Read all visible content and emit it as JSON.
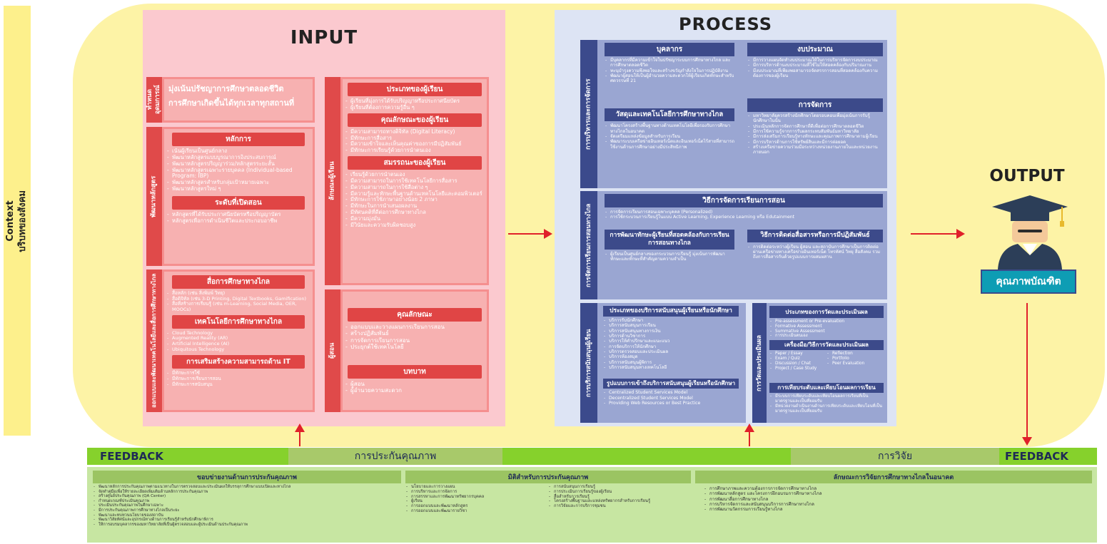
{
  "context": {
    "line1": "Context",
    "line2": "บริบทของสังคม"
  },
  "input": {
    "title": "INPUT",
    "rows": [
      {
        "side": "ทำหนดอุดมการณ์",
        "items": [
          "มุ่งเน้นปรัชญาการศึกษาตลอดชีวิต",
          "การศึกษาเกิดขึ้นได้ทุกเวลาทุกสถานที่"
        ]
      },
      {
        "side": "พัฒนาหลักสูตร",
        "sections": [
          {
            "header": "หลักการ",
            "items": [
              "เน้นผู้เรียนเป็นศูนย์กลาง",
              "พัฒนาหลักสูตรแบบบูรณาการอิงประสบการณ์",
              "พัฒนาหลักสูตรปริญญาร่วม/หลักสูตรระยะสั้น",
              "พัฒนาหลักสูตรเฉพาะรายบุคคล (Individual-based Program: IBP)",
              "พัฒนาหลักสูตรสำหรับกลุ่มเป้าหมายเฉพาะ",
              "พัฒนาหลักสูตรใหม่ ๆ"
            ]
          },
          {
            "header": "ระดับที่เปิดสอน",
            "items": [
              "หลักสูตรที่ได้รับประกาศนียบัตรหรือปริญญาบัตร",
              "หลักสูตรเพื่อการดำเนินชีวิตและประกอบอาชีพ"
            ]
          }
        ]
      },
      {
        "side": "ออกแบบและพัฒนาเทคโนโลยีและสื่อการศึกษาทางไกล",
        "sections": [
          {
            "header": "สื่อการศึกษาทางไกล",
            "items": [
              "สื่อหลัก (เช่น สิ่งพิมพ์ วิทยุ)",
              "สื่อดิจิทัล (เช่น 3-D Printing, Digital Textbooks, Gamification)",
              "สื่อที่สร้างการเรียนรู้ (เช่น m-Learning, Social Media, OER, MOOCs)"
            ]
          },
          {
            "header": "เทคโนโลยีการศึกษาทางไกล",
            "items": [
              "Cloud Technology",
              "Augmented Reality (AR)",
              "Artificial Intelligence (AI)",
              "Ubiquitous Technology"
            ]
          },
          {
            "header": "การเสริมสร้างความสามารถด้าน IT",
            "items": [
              "มีทักษะการใช้",
              "มีทักษะการเรียนการสอน",
              "มีทักษะการสนับสนุน"
            ]
          }
        ]
      }
    ],
    "right_rows": [
      {
        "side": "ลักษณะผู้เรียน",
        "sections": [
          {
            "header": "ประเภทของผู้เรียน",
            "items": [
              "ผู้เรียนที่มุ่งการได้รับปริญญาหรือประกาศนียบัตร",
              "ผู้เรียนที่ต้องการความรู้อื่น ๆ"
            ]
          },
          {
            "header": "คุณลักษณะของผู้เรียน",
            "items": [
              "มีความสามารถทางดิจิทัล (Digital Literacy)",
              "มีทักษะการสื่อสาร",
              "มีความเข้าใจและเห็นคุณค่าของการมีปฏิสัมพันธ์",
              "มีทักษะการเรียนรู้ด้วยการนำตนเอง"
            ]
          },
          {
            "header": "สมรรถนะของผู้เรียน",
            "items": [
              "เรียนรู้ด้วยการนำตนเอง",
              "มีความสามารถในการใช้เทคโนโลยีการสื่อสาร",
              "มีความสามารถในการใช้สื่อต่าง ๆ",
              "มีความรู้และทักษะพื้นฐานด้านเทคโนโลยีและคอมพิวเตอร์",
              "มีทักษะการใช้ภาษาอย่างน้อย 2 ภาษา",
              "มีทักษะในการนำเสนอผลงาน",
              "มีทัศนคติที่ดีต่อการศึกษาทางไกล",
              "มีความมุ่งมั่น",
              "มีวินัยและความรับผิดชอบสูง"
            ]
          }
        ]
      },
      {
        "side": "ผู้สอน",
        "sections": [
          {
            "header": "คุณลักษณะ",
            "items": [
              "ออกแบบและวางแผนการเรียนการสอน",
              "สร้างปฏิสัมพันธ์",
              "การจัดการเรียนการสอน",
              "ประยุกต์ใช้เทคโนโลยี"
            ]
          },
          {
            "header": "บทบาท",
            "items": [
              "ผู้สอน",
              "ผู้อำนวยความสะดวก"
            ]
          }
        ]
      }
    ]
  },
  "process": {
    "title": "PROCESS",
    "block1": {
      "side": "การบริหารและการจัดการ",
      "personnel": {
        "header": "บุคลากร",
        "items": [
          "มีบุคลากรที่มีความเข้าใจในปรัชญาระบบการศึกษาทางไกล และการศึกษาตลอดชีวิต",
          "ทะนุบำรุงความพึงพอใจและสร้างขวัญกำลังใจในการปฏิบัติงาน",
          "พัฒนาผู้สอนให้เป็นผู้อำนวยความสะดวกให้ผู้เรียนเกิดทักษะสำหรับศตวรรษที่ 21"
        ]
      },
      "budget": {
        "header": "งบประมาณ",
        "items": [
          "มีการวางแผนจัดทำงบประมาณให้ในการบริหารจัดการงบประมาณ",
          "มีการบริหารด้านงบประมาณที่ใช้ไม่ให้สอดคล้องกับปริมาณงาน",
          "มีงบประมาณที่เพียงพอสามารถจัดสรรการสอนที่สอดคล้องกับความต้องการของผู้เรียน"
        ]
      },
      "materials": {
        "header": "วัสดุและเทคโนโลยีการศึกษาทางไกล",
        "items": [
          "พัฒนาโครงสร้างพื้นฐานทางด้านเทคโนโลยีเพื่อรองรับการศึกษาทางไกลในอนาคต",
          "จัดเตรียมแหล่งข้อมูลสำหรับการเรียน",
          "พัฒนาระบบเครือข่ายอินเทอร์เน็ตและอินเทอร์เน็ตไร้สายที่สามารถใช้งานด้านการศึกษาอย่างมีประสิทธิภาพ"
        ]
      },
      "management": {
        "header": "การจัดการ",
        "items": [
          "มหาวิทยาลัยควรสร้างนักศึกษาโดยรอบคอบเพื่อมุ่งเน้นการรับรู้นักศึกษาในนั้น",
          "ประเมินหลักการจัดการศึกษาที่ดีเพื่อต่อการศึกษาตลอดชีวิต",
          "มีการใช้ความรู้จากการรับผลกระทบสัมพันธ์มหาวิทยาลัย",
          "มีการส่งเสริมการเรียนรู้ทางทักษะและคุณภาพการศึกษาตามผู้เรียน",
          "มีการบริหารด้านการใช้ทรัพย์สินและมีการต่อยอด",
          "สร้างเครือข่ายความร่วมมือระหว่างหน่วยงานภายในและหน่วยงานภายนอก"
        ]
      }
    },
    "block2": {
      "side": "การจัดการเรียนการสอนทางไกล",
      "methods": {
        "header": "วิธีการจัดการเรียนการสอน",
        "items": [
          "การจัดการเรียนการสอนเฉพาะบุคคล (Personalized)",
          "การใช้กระบวนการเรียนรู้ในแบบ Active Learning, Experience Learning หรือ Edutainment"
        ]
      },
      "develop": {
        "header": "การพัฒนาทักษะผู้เรียนที่สอดคล้องกับการเรียนการสอนทางไกล",
        "items": [
          "ผู้เรียนเป็นศูนย์กลางของกระบวนการเรียนรู้ มุ่งเน้นการพัฒนาทักษะและทักษะที่สำคัญตามความจำเป็น"
        ]
      },
      "communication": {
        "header": "วิธีการติดต่อสื่อสารหรือการมีปฏิสัมพันธ์",
        "items": [
          "การติดต่อระหว่างผู้เรียน ผู้สอน และสถาบันการศึกษาเป็นการติดต่อผ่านเครือข่ายทางเครือข่ายอินเทอร์เน็ต โทรทัศน์ วิทยุ สื่อสังคม รวมถึงการสื่อสารกันด้วยรูปแบบการผสมผสาน"
        ]
      }
    },
    "block3": {
      "side": "การบริการสนับสนุนผู้เรียน",
      "types": {
        "header": "ประเภทของบริการสนับสนุนผู้เรียนหรือนักศึกษา",
        "items": [
          "บริการรับนักศึกษา",
          "บริการสนับสนุนการเรียน",
          "บริการสนับสนุนทางการเงิน",
          "บริการด้านวิชาการ",
          "บริการให้คำปรึกษาและแนะแนว",
          "การจัดบริการให้นักศึกษา",
          "บริการตรวจสอบและประเมินผล",
          "บริการห้องสมุด",
          "บริการสนับสนุนผู้พิการ",
          "บริการสนับสนุนทางเทคโนโลยี"
        ]
      },
      "access": {
        "header": "รูปแบบการเข้าถึงบริการสนับสนุนผู้เรียนหรือนักศึกษา",
        "items": [
          "Centralized Student Services Model",
          "Decentralized Student Services Model",
          "Providing Web Resources or Best Practice"
        ]
      }
    },
    "block4": {
      "side": "การวัดและประเมินผล",
      "types": {
        "header": "ประเภทของการวัดและประเมินผล",
        "items": [
          "Pre-assessment or Pre-evaluation",
          "Formative Assessment",
          "Summative Assessment",
          "การประเมินตนเอง"
        ]
      },
      "tools": {
        "header": "เครื่องมือ/วิธีการวัดและประเมินผล",
        "left": [
          "Paper / Essay",
          "Exam / Quiz",
          "Discussion / Chat",
          "Project / Case Study"
        ],
        "right": [
          "Reflection",
          "Portfolio",
          "Peer Evaluation"
        ]
      },
      "transfer": {
        "header": "การเทียบระดับและเทียบโอนผลการเรียน",
        "items": [
          "มีระบบการเทียบระดับและเทียบโอนผลการเรียนที่เป็นมาตรฐานและเป็นที่ยอมรับ",
          "มีหน่วยงานดำเนินงานด้านการเทียบระดับและเทียบโอนที่เป็นมาตรฐานและเป็นที่ยอมรับ"
        ]
      }
    }
  },
  "output": {
    "title": "OUTPUT",
    "label": "คุณภาพบัณฑิต"
  },
  "feedback": {
    "left": "FEEDBACK",
    "right": "FEEDBACK",
    "qa": "การประกันคุณภาพ",
    "research": "การวิจัย",
    "col1": {
      "header": "ขอบข่ายงานด้านการประกันคุณภาพ",
      "items": [
        "พัฒนาหลักการประกันคุณภาพตามแนวทางในการตรวจสอบและประเมินผลให้บรรลุการศึกษาแบบเปิดและทางไกล",
        "จัดทำคู่มือเพื่อให้รายละเอียดเพิ่มเติมด้านหลักการประกันคุณภาพ",
        "สร้างศูนย์ประกันคุณภาพ (QA Center)",
        "กำหนดเกณฑ์ประเมินคุณภาพ",
        "ประเมินประกันคุณภาพในศึกษาเฉพาะ",
        "มีการประกันคุณภาพการศึกษาทางไกลเป็นระยะ",
        "พัฒนาและทบทวนนโยบายของสถาบัน",
        "พัฒนาวิสัยทัศน์และอุปกรณ์ทางด้านการเรียนรู้สำหรับนักศึกษาพิการ",
        "ให้การอบรมบุคลากรของมหาวิทยาลัยที่เป็นผู้ตรวจสอบและผู้ประเมินด้านประกันคุณภาพ"
      ]
    },
    "col2": {
      "header": "มิติสำหรับการประกันคุณภาพ",
      "left": [
        "นโยบายและการวางแผน",
        "การบริหารและการจัดการ",
        "การสรรหาและการพัฒนาทรัพยากรบุคคล",
        "ผู้เรียน",
        "การออกแบบและพัฒนาหลักสูตร",
        "การออกแบบและพัฒนารายวิชา"
      ],
      "right": [
        "การสนับสนุนการเรียนรู้",
        "การประเมินการเรียนรู้ของผู้เรียน",
        "สื่อสำหรับการเรียนรู้",
        "โครงสร้างพื้นฐานและแหล่งทรัพยากรสำหรับการเรียนรู้",
        "การวิจัยและการบริการชุมชน"
      ]
    },
    "col3": {
      "header": "ลักษณะการวิจัยการศึกษาทางไกลในอนาคต",
      "items": [
        "การศึกษาภาพและความต้องการการจัดการศึกษาทางไกล",
        "การพัฒนาหลักสูตร และโครงการฝึกอบรมการศึกษาทางไกล",
        "การพัฒนาสื่อการศึกษาทางไกล",
        "การบริหารจัดการและสนับสนุนบริการการศึกษาทางไกล",
        "การพัฒนานวัตกรรมการเรียนรู้ทางไกล"
      ]
    }
  },
  "colors": {
    "yellow": "#fdf3a6",
    "input_bg": "#fbc9cf",
    "panel_red": "#f28b8b",
    "header_red": "#e23d3d",
    "process_bg": "#dde4f4",
    "process_panel": "#9aa6d2",
    "header_blue": "#3b4a8c",
    "green": "#86d12c"
  }
}
